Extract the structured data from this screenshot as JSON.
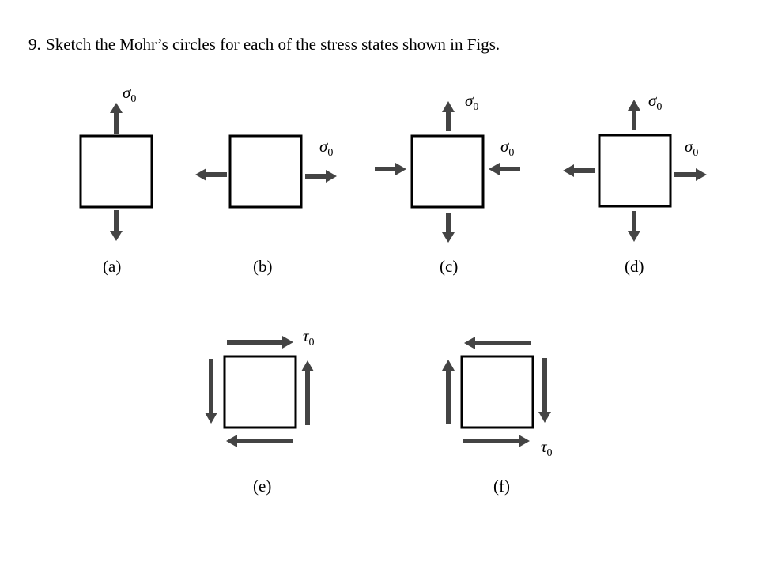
{
  "problem": {
    "number": "9.",
    "text": "Sketch the Mohr’s circles for each of the stress states shown in Figs."
  },
  "symbols": {
    "sigma": "σ",
    "tau": "τ",
    "subscript": "0"
  },
  "colors": {
    "arrow": "#444444",
    "outline": "#000000",
    "text": "#000000"
  },
  "panels": [
    {
      "caption": "(a)",
      "labels": [
        "sigma"
      ]
    },
    {
      "caption": "(b)",
      "labels": [
        "sigma"
      ]
    },
    {
      "caption": "(c)",
      "labels": [
        "sigma",
        "sigma"
      ]
    },
    {
      "caption": "(d)",
      "labels": [
        "sigma",
        "sigma"
      ]
    },
    {
      "caption": "(e)",
      "labels": [
        "tau"
      ]
    },
    {
      "caption": "(f)",
      "labels": [
        "tau"
      ]
    }
  ]
}
